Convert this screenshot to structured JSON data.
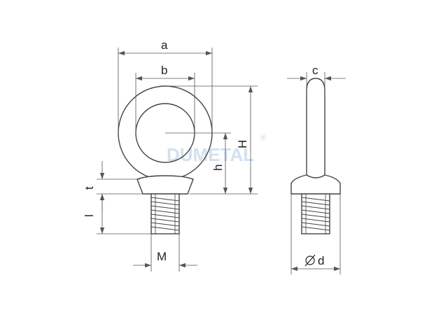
{
  "colors": {
    "line": "#444444",
    "dim": "#555555",
    "watermark": "#c9dcee",
    "background": "#ffffff"
  },
  "labels": {
    "a": "a",
    "b": "b",
    "c": "c",
    "H": "H",
    "h": "h",
    "t": "t",
    "l": "l",
    "M": "M",
    "d": "d"
  },
  "watermark": {
    "text": "DUMETAL",
    "mark": "®"
  },
  "icons": {
    "diameter": "diameter-symbol-icon"
  }
}
